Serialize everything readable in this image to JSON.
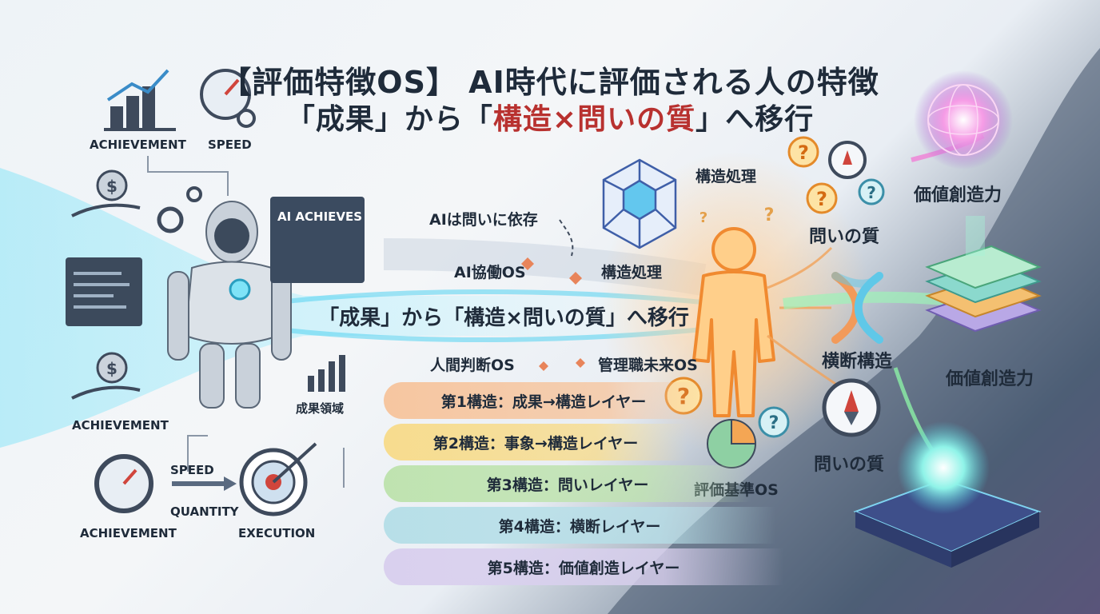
{
  "title": {
    "line1": "【評価特徴OS】 AI時代に評価される人の特徴",
    "line2_part1": "「成果」から「",
    "line2_highlight": "構造×問いの質",
    "line2_part2": "」へ移行"
  },
  "left": {
    "achievement_top": "ACHIEVEMENT",
    "speed_top": "SPEED",
    "ai_achieves": "AI ACHIEVES",
    "achievement_mid": "ACHIEVEMENT",
    "result_domain": "成果領域",
    "speed_bottom": "SPEED",
    "quantity": "QUANTITY",
    "achievement_bottom": "ACHIEVEMENT",
    "execution": "EXECUTION"
  },
  "center": {
    "ai_depends": "AIは問いに依存",
    "ai_collab": "AI協働OS",
    "struct_proc_node": "構造処理",
    "banner": "「成果」から「構造×問いの質」へ移行",
    "human_judgment": "人間判断OS",
    "mgmt_future": "管理職未来OS",
    "struct_proc_top": "構造処理",
    "eval_criteria": "評価基準OS"
  },
  "layers": [
    {
      "label": "第1構造：成果→構造レイヤー",
      "color": "#f6c6a0"
    },
    {
      "label": "第2構造：事象→構造レイヤー",
      "color": "#f7dc8e"
    },
    {
      "label": "第3構造：問いレイヤー",
      "color": "#bfe3b0"
    },
    {
      "label": "第4構造：横断レイヤー",
      "color": "#b7dfe8"
    },
    {
      "label": "第5構造：価値創造レイヤー",
      "color": "#d9d0ee"
    }
  ],
  "right": {
    "question_quality_top": "問いの質",
    "cross_structure": "横断構造",
    "question_quality_bottom": "問いの質",
    "value_creation_top": "価値創造力",
    "value_creation_mid": "価値創造力"
  },
  "colors": {
    "title": "#1f2b3a",
    "highlight": "#b8312f",
    "human": "#f6a64a",
    "flow_blue": "#4fd2f0"
  }
}
